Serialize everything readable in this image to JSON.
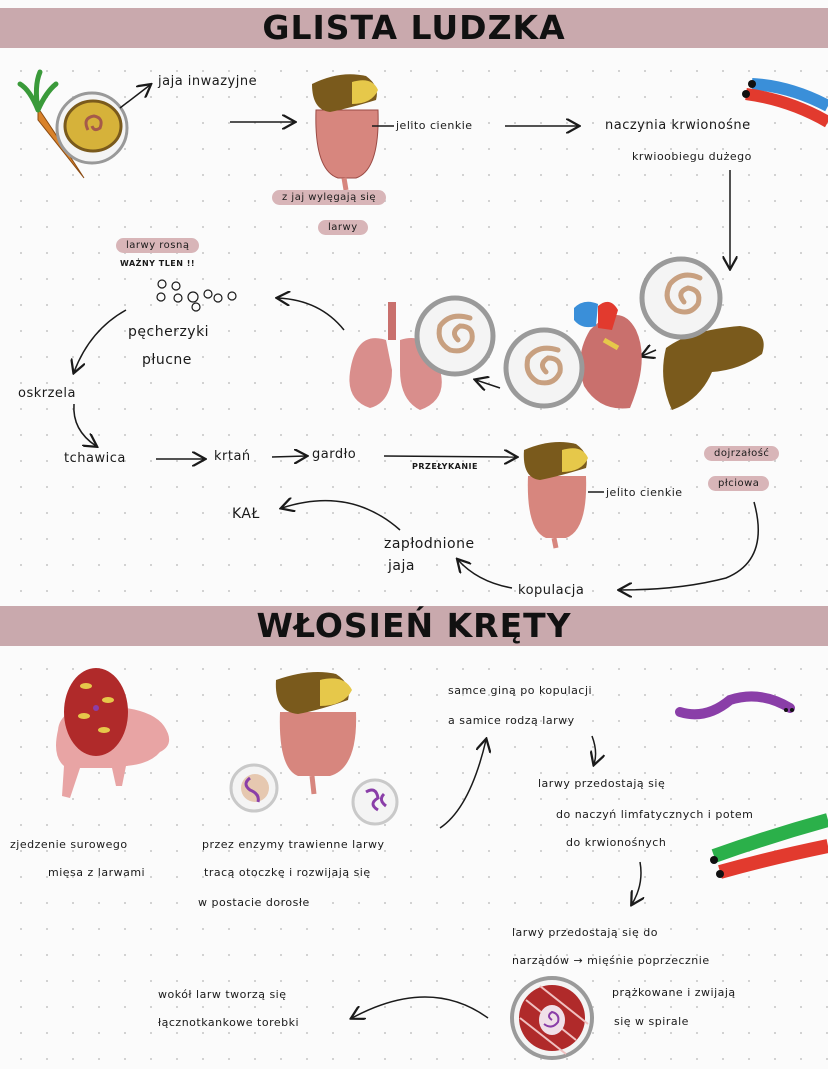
{
  "section1": {
    "title": "GLISTA LUDZKA",
    "labels": {
      "jaja": "jaja inwazyjne",
      "jelito1": "jelito cienkie",
      "naczynia1": "naczynia krwionośne",
      "naczynia2": "krwioobiegu dużego",
      "wylegaja1": "z jaj wylęgają się",
      "wylegaja2": "larwy",
      "larwy_rosna": "larwy rosną",
      "wazny_tlen": "WAŻNY TLEN !!",
      "pecherzyki1": "pęcherzyki",
      "pecherzyki2": "płucne",
      "oskrzela": "oskrzela",
      "tchawica": "tchawica",
      "krtan": "krtań",
      "gardlo": "gardło",
      "przelykanie": "PRZEŁYKANIE",
      "jelito2": "jelito cienkie",
      "dojrzalosc1": "dojrzałość",
      "dojrzalosc2": "płciowa",
      "kal": "KAŁ",
      "zaplodnione1": "zapłodnione",
      "zaplodnione2": "jaja",
      "kopulacja": "kopulacja"
    }
  },
  "section2": {
    "title": "WŁOSIEŃ KRĘTY",
    "labels": {
      "zjedzenie1": "zjedzenie surowego",
      "zjedzenie2": "mięsa z larwami",
      "enzymy1": "przez enzymy trawienne larwy",
      "enzymy2": "tracą otoczkę i rozwijają się",
      "enzymy3": "w postacie dorosłe",
      "samce1": "samce giną po kopulacji",
      "samce2": "a samice rodzą larwy",
      "larwy1": "larwy przedostają się",
      "larwy2": "do naczyń limfatycznych i potem",
      "larwy3": "do krwionośnych",
      "larwy4": "larwy przedostają się do",
      "larwy5": "narządów → mięśnie poprzecznie",
      "larwy6": "prążkowane i zwijają",
      "larwy7": "się w spirale",
      "wokol1": "wokół larw tworzą się",
      "wokol2": "łącznotkankowe torebki"
    }
  },
  "colors": {
    "banner": "#c9a9ad",
    "pill": "#d8b5b8",
    "liver": "#7a5a1c",
    "intestine": "#d7867e",
    "lung": "#d98e8c",
    "heart": "#c9706d",
    "vessel_blue": "#3a8fd9",
    "vessel_red": "#e23a2e",
    "vessel_green": "#2bb04a",
    "worm_purple": "#8a3ea8"
  }
}
